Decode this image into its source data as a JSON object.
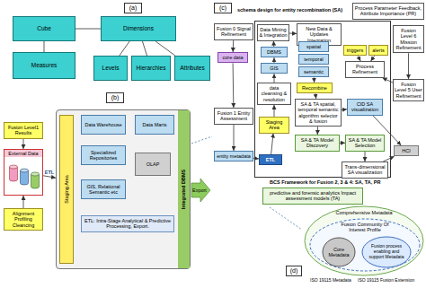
{
  "diagram": {
    "nodes": [
      {
        "text": [
          "(a)"
        ]
      },
      {
        "text": [
          "Cube"
        ]
      },
      {
        "text": [
          "Dimensions"
        ]
      },
      {
        "text": [
          "Measures"
        ]
      },
      {
        "text": [
          "Levels"
        ]
      },
      {
        "text": [
          "Hierarchies"
        ]
      },
      {
        "text": [
          "Attributes"
        ]
      },
      {
        "text": [
          "(b)"
        ]
      },
      {
        "text": [
          "Fusion Level1 Results"
        ]
      },
      {
        "text": [
          "External Data"
        ]
      },
      {
        "text": [
          "Alignment Profiling Cleancing"
        ]
      },
      {
        "text": [
          "Integrated DBMS"
        ]
      },
      {
        "text": [
          "Data Warehouse"
        ],
        "in": 11
      },
      {
        "text": [
          "Data Marts"
        ],
        "in": 11
      },
      {
        "text": [
          "Specialized Repositories"
        ],
        "in": 11
      },
      {
        "text": [
          "OLAP"
        ],
        "in": 11
      },
      {
        "text": [
          "GIS, Relational Semantic etc"
        ],
        "in": 11
      },
      {
        "text": [
          "Staging Area"
        ],
        "in": 11
      },
      {
        "text": [
          "ETL: Intra-Stage Analytical & Predictive Processing, Export."
        ],
        "in": 11
      },
      {
        "text": [
          "(c)"
        ]
      },
      {
        "text": [
          "Process Parameter Feedback, Attribute Importance (PR)"
        ]
      },
      {
        "text": [
          "Fusion 0 Signal Refinement"
        ]
      },
      {
        "text": [
          "core data"
        ]
      },
      {
        "text": [
          "Fusion 1 Entity Assessment"
        ]
      },
      {
        "text": [
          "entity metadata"
        ]
      },
      {
        "text": [
          "ETL"
        ]
      },
      {
        "text": [
          "Staging Area"
        ]
      },
      {
        "text": [
          "data cleansing & resolution"
        ]
      },
      {
        "text": [
          "GIS"
        ]
      },
      {
        "text": [
          "DBMS"
        ]
      },
      {
        "text": [
          "Data Mining & Integration"
        ]
      },
      {
        "text": [
          "New Data & Updates Integration"
        ]
      },
      {
        "text": [
          "spatial"
        ]
      },
      {
        "text": [
          "temporal"
        ]
      },
      {
        "text": [
          "semantic"
        ]
      },
      {
        "text": [
          "Recombine"
        ]
      },
      {
        "text": [
          "SA & TA spatial, temporal semantic algorithm selector & fusion"
        ]
      },
      {
        "text": [
          "SA & TA Model Discovery"
        ]
      },
      {
        "text": [
          "SA & TA Model Selection"
        ]
      },
      {
        "text": [
          "triggers"
        ]
      },
      {
        "text": [
          "alerts"
        ]
      },
      {
        "text": [
          "Process Refinement"
        ]
      },
      {
        "text": [
          "Fusion Level 6 Mission Refinement"
        ]
      },
      {
        "text": [
          "Fusion Level 5 User Refinement"
        ]
      },
      {
        "text": [
          "CID SA visualization"
        ]
      },
      {
        "text": [
          "HCI"
        ]
      },
      {
        "text": [
          "Trans-dimensional SA visualization"
        ]
      },
      {
        "text": [
          "predictive and forensic analytics Impact assessment models (TA)"
        ]
      },
      {
        "text": [
          "(d)"
        ]
      },
      {
        "text": [
          "Comprehensive Metadata"
        ]
      },
      {
        "text": [
          "Fusion Community Of Interest Profile"
        ],
        "in": 49
      },
      {
        "text": [
          "Core Metadata"
        ],
        "in": 50
      },
      {
        "text": [
          "Fusion process enabling and support Metadata"
        ],
        "in": 50
      }
    ],
    "edges": [
      {
        "from": 1,
        "to": 2,
        "arrow": "none"
      },
      {
        "from": 1,
        "to": 3,
        "arrow": "none"
      },
      {
        "from": 2,
        "to": 4,
        "arrow": "none"
      },
      {
        "from": 2,
        "to": 5,
        "arrow": "none"
      },
      {
        "from": 2,
        "to": 6,
        "arrow": "none"
      },
      {
        "from": 8,
        "to": 9,
        "arrow": "to"
      },
      {
        "from": 10,
        "to": 9,
        "arrow": "to"
      },
      {
        "from": 9,
        "to": 11,
        "label": "ETL",
        "arrow": "to"
      },
      {
        "from": 12,
        "to": 13,
        "arrow": "to"
      },
      {
        "from": 14,
        "to": 15,
        "arrow": "to"
      },
      {
        "from": 16,
        "to": 15,
        "arrow": "to"
      },
      {
        "from": 21,
        "to": 22,
        "arrow": "to"
      },
      {
        "from": 22,
        "to": 23,
        "arrow": "to"
      },
      {
        "from": 23,
        "to": 24,
        "arrow": "to"
      },
      {
        "from": 24,
        "to": 25,
        "arrow": "to"
      },
      {
        "from": 25,
        "to": 26,
        "arrow": "to"
      },
      {
        "from": 26,
        "to": 27,
        "arrow": "to"
      },
      {
        "from": 27,
        "to": 28,
        "arrow": "to"
      },
      {
        "from": 28,
        "to": 29,
        "arrow": "to"
      },
      {
        "from": 29,
        "to": 30,
        "arrow": "to"
      },
      {
        "from": 30,
        "to": 31,
        "arrow": "to"
      },
      {
        "from": 31,
        "to": 32,
        "arrow": "to"
      },
      {
        "from": 34,
        "to": 35,
        "arrow": "to"
      },
      {
        "from": 35,
        "to": 36,
        "arrow": "to"
      },
      {
        "from": 36,
        "to": 37,
        "arrow": "to"
      },
      {
        "from": 37,
        "to": 38,
        "arrow": "to"
      },
      {
        "from": 38,
        "to": 46,
        "arrow": "to"
      },
      {
        "from": 46,
        "to": 45,
        "arrow": "to"
      },
      {
        "from": 44,
        "to": 45,
        "arrow": "to"
      },
      {
        "from": 36,
        "to": 44,
        "arrow": "to"
      },
      {
        "from": 39,
        "to": 41,
        "arrow": "to"
      },
      {
        "from": 40,
        "to": 41,
        "arrow": "to"
      },
      {
        "from": 42,
        "to": 43,
        "arrow": "to"
      },
      {
        "from": 43,
        "to": 41,
        "arrow": "to"
      }
    ],
    "labels": [
      "schema design for entity recombination (SA)",
      "BCS Framework for Fusion 2, 3 & 4: SA, TA, PR",
      "Export",
      "ISO 19115 Metadata",
      "ISO 19115 Fusion Extension"
    ]
  }
}
